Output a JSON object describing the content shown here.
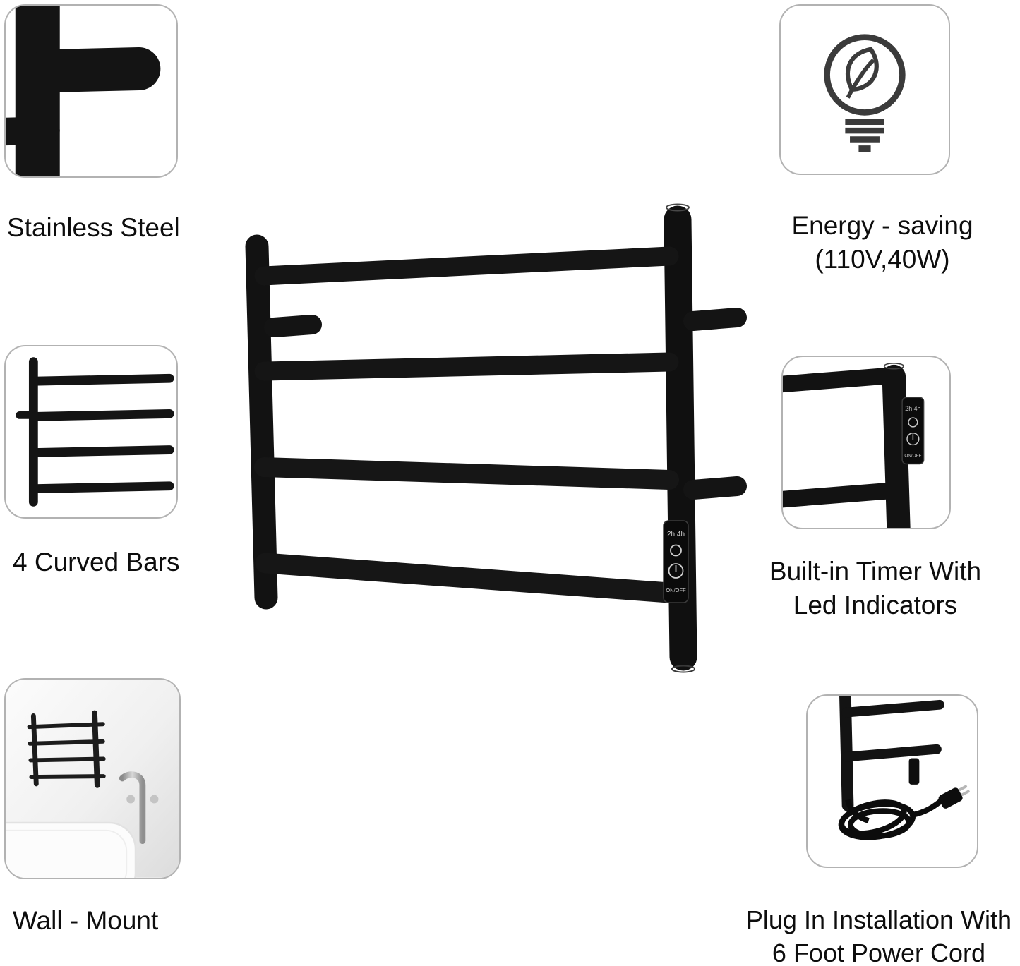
{
  "features": {
    "stainless": {
      "label": "Stainless Steel"
    },
    "energy": {
      "line1": "Energy - saving",
      "line2": "(110V,40W)"
    },
    "curved": {
      "label": "4 Curved Bars"
    },
    "timer": {
      "line1": "Built-in Timer With",
      "line2": "Led Indicators"
    },
    "wall": {
      "label": "Wall - Mount"
    },
    "plug": {
      "line1": "Plug In Installation With",
      "line2": "6 Foot Power Cord"
    }
  },
  "panel": {
    "timers": "2h 4h",
    "onoff": "ON/OFF"
  },
  "icons": {
    "energy": "bulb-with-leaf-icon"
  },
  "colors": {
    "product_black": "#141414",
    "tile_border": "#b2b2b2",
    "icon_gray": "#3b3b3b",
    "text": "#0d0d0d"
  }
}
